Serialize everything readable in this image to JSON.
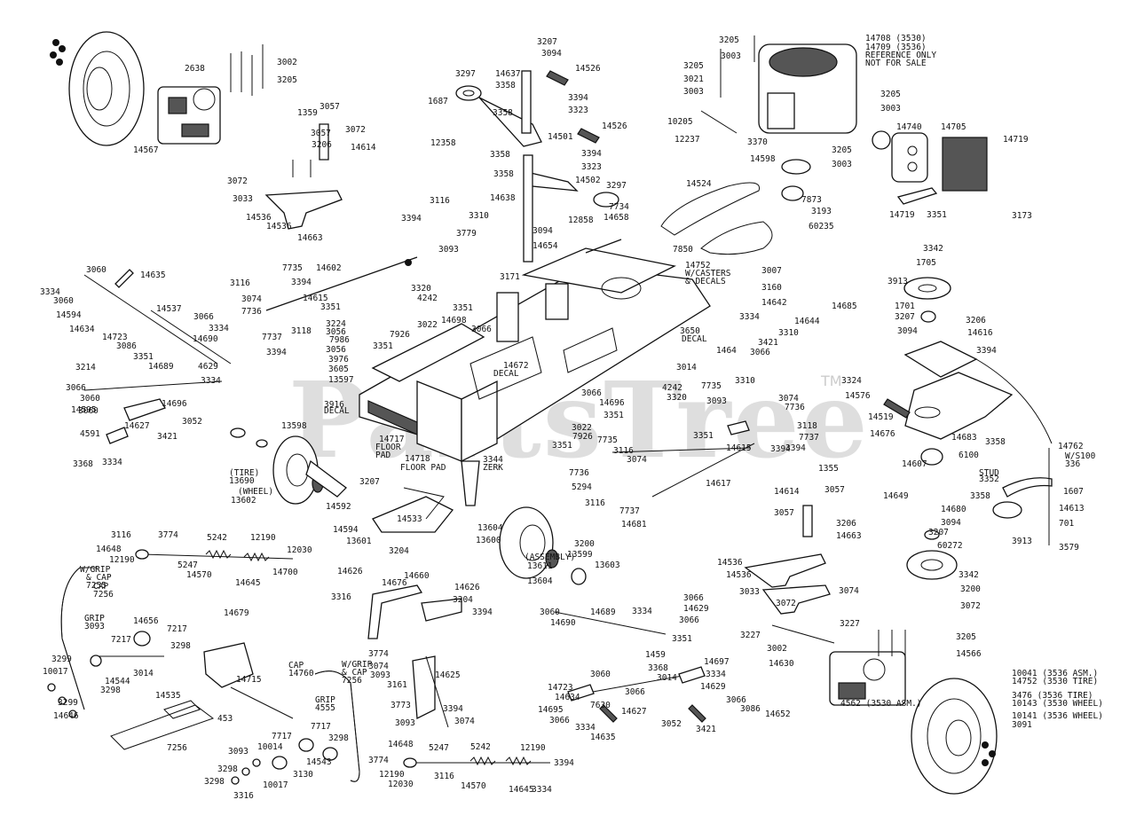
{
  "watermark": {
    "text": "PartsTree",
    "trademark": "TM"
  },
  "labels": [
    [
      "2638"
    ],
    [
      "3002"
    ],
    [
      "3205"
    ],
    [
      "14567"
    ],
    [
      "3207"
    ],
    [
      "3094"
    ],
    [
      "3297"
    ],
    [
      "14637"
    ],
    [
      "14526"
    ],
    [
      "3358"
    ],
    [
      "1687"
    ],
    [
      "3394"
    ],
    [
      "3323"
    ],
    [
      "3358"
    ],
    [
      "14501"
    ],
    [
      "14526"
    ],
    [
      "12358"
    ],
    [
      "3358"
    ],
    [
      "3394"
    ],
    [
      "3323"
    ],
    [
      "3358"
    ],
    [
      "14502"
    ],
    [
      "3297"
    ],
    [
      "14638"
    ],
    [
      "7734"
    ],
    [
      "12858"
    ],
    [
      "14658"
    ],
    [
      "3094"
    ],
    [
      "14654"
    ],
    [
      "3205"
    ],
    [
      "3003"
    ],
    [
      "3205"
    ],
    [
      "3021"
    ],
    [
      "3003"
    ],
    [
      "14708 (3530)"
    ],
    [
      "14709 (3536)"
    ],
    [
      "REFERENCE ONLY"
    ],
    [
      "NOT FOR SALE"
    ],
    [
      "3205"
    ],
    [
      "3003"
    ],
    [
      "10205"
    ],
    [
      "12237"
    ],
    [
      "3370"
    ],
    [
      "14598"
    ],
    [
      "3205"
    ],
    [
      "3003"
    ],
    [
      "14740"
    ],
    [
      "14705"
    ],
    [
      "14719"
    ],
    [
      "7873"
    ],
    [
      "3193"
    ],
    [
      "60235"
    ],
    [
      "14719"
    ],
    [
      "3351"
    ],
    [
      "3173"
    ],
    [
      "14524"
    ],
    [
      "7850"
    ],
    [
      "1359"
    ],
    [
      "3057"
    ],
    [
      "3072"
    ],
    [
      "3057"
    ],
    [
      "3206"
    ],
    [
      "14614"
    ],
    [
      "3072"
    ],
    [
      "3033"
    ],
    [
      "14536"
    ],
    [
      "14536"
    ],
    [
      "14663"
    ],
    [
      "3116"
    ],
    [
      "3394"
    ],
    [
      "3310"
    ],
    [
      "3779"
    ],
    [
      "3093"
    ],
    [
      "3060"
    ],
    [
      "3334"
    ],
    [
      "3060"
    ],
    [
      "14635"
    ],
    [
      "14594"
    ],
    [
      "14634"
    ],
    [
      "14723"
    ],
    [
      "3086"
    ],
    [
      "14537"
    ],
    [
      "3066"
    ],
    [
      "3334"
    ],
    [
      "14690"
    ],
    [
      "3351"
    ],
    [
      "14689"
    ],
    [
      "4629"
    ],
    [
      "3214"
    ],
    [
      "3066"
    ],
    [
      "3334"
    ],
    [
      "3060"
    ],
    [
      "3060"
    ],
    [
      "14595"
    ],
    [
      "14696"
    ],
    [
      "14627"
    ],
    [
      "3052"
    ],
    [
      "3421"
    ],
    [
      "4591"
    ],
    [
      "3368"
    ],
    [
      "3334"
    ],
    [
      "3116"
    ],
    [
      "7735"
    ],
    [
      "3394"
    ],
    [
      "3074"
    ],
    [
      "7736"
    ],
    [
      "14602"
    ],
    [
      "14615"
    ],
    [
      "3351"
    ],
    [
      "3224"
    ],
    [
      "3118"
    ],
    [
      "7737"
    ],
    [
      "3394"
    ],
    [
      "3056"
    ],
    [
      "7986"
    ],
    [
      "3056"
    ],
    [
      "3976"
    ],
    [
      "3605"
    ],
    [
      "13597"
    ],
    [
      "3916"
    ],
    [
      "DECAL"
    ],
    [
      "13598"
    ],
    [
      "3320"
    ],
    [
      "4242"
    ],
    [
      "3171"
    ],
    [
      "3351"
    ],
    [
      "14698"
    ],
    [
      "3066"
    ],
    [
      "3022"
    ],
    [
      "7926"
    ],
    [
      "3351"
    ],
    [
      "14672"
    ],
    [
      "DECAL"
    ],
    [
      "14752"
    ],
    [
      "W/CASTERS"
    ],
    [
      "& DECALS"
    ],
    [
      "3007"
    ],
    [
      "3160"
    ],
    [
      "14685"
    ],
    [
      "14642"
    ],
    [
      "14644"
    ],
    [
      "3334"
    ],
    [
      "3310"
    ],
    [
      "3650"
    ],
    [
      "DECAL"
    ],
    [
      "3421"
    ],
    [
      "3014"
    ],
    [
      "3066"
    ],
    [
      "1464"
    ],
    [
      "14717"
    ],
    [
      "FLOOR"
    ],
    [
      "PAD"
    ],
    [
      "14718"
    ],
    [
      "FLOOR PAD"
    ],
    [
      "3344"
    ],
    [
      "ZERK"
    ],
    [
      "3066"
    ],
    [
      "14696"
    ],
    [
      "3351"
    ],
    [
      "3022"
    ],
    [
      "7926"
    ],
    [
      "3351"
    ],
    [
      "4242"
    ],
    [
      "3320"
    ],
    [
      "3310"
    ],
    [
      "7735"
    ],
    [
      "3074"
    ],
    [
      "3093"
    ],
    [
      "7736"
    ],
    [
      "3118"
    ],
    [
      "7737"
    ],
    [
      "3394"
    ],
    [
      "3351"
    ],
    [
      "14615"
    ],
    [
      "3394"
    ],
    [
      "7735"
    ],
    [
      "3116"
    ],
    [
      "3074"
    ],
    [
      "7736"
    ],
    [
      "5294"
    ],
    [
      "3116"
    ],
    [
      "7737"
    ],
    [
      "14681"
    ],
    [
      "14617"
    ],
    [
      "(TIRE)"
    ],
    [
      "13690"
    ],
    [
      "(WHEEL)"
    ],
    [
      "13602"
    ],
    [
      "3207"
    ],
    [
      "14592"
    ],
    [
      "14533"
    ],
    [
      "14594"
    ],
    [
      "13601"
    ],
    [
      "13604"
    ],
    [
      "13600"
    ],
    [
      "13599"
    ],
    [
      "(ASSEMBLY)"
    ],
    [
      "13611"
    ],
    [
      "13603"
    ],
    [
      "13604"
    ],
    [
      "3200"
    ],
    [
      "3342"
    ],
    [
      "1705"
    ],
    [
      "3913"
    ],
    [
      "1701"
    ],
    [
      "3207"
    ],
    [
      "3206"
    ],
    [
      "3094"
    ],
    [
      "14616"
    ],
    [
      "3394"
    ],
    [
      "3324"
    ],
    [
      "14576"
    ],
    [
      "14519"
    ],
    [
      "14676"
    ],
    [
      "14683"
    ],
    [
      "3358"
    ],
    [
      "14762"
    ],
    [
      "W/S100"
    ],
    [
      "336"
    ],
    [
      "STUD"
    ],
    [
      "3352"
    ],
    [
      "14607"
    ],
    [
      "6100"
    ],
    [
      "14649"
    ],
    [
      "14680"
    ],
    [
      "1607"
    ],
    [
      "3358"
    ],
    [
      "14613"
    ],
    [
      "3094"
    ],
    [
      "701"
    ],
    [
      "3207"
    ],
    [
      "3913"
    ],
    [
      "60272"
    ],
    [
      "3579"
    ],
    [
      "3342"
    ],
    [
      "3200"
    ],
    [
      "3072"
    ],
    [
      "1355"
    ],
    [
      "3057"
    ],
    [
      "14614"
    ],
    [
      "3057"
    ],
    [
      "3206"
    ],
    [
      "14663"
    ],
    [
      "14536"
    ],
    [
      "14536"
    ],
    [
      "3033"
    ],
    [
      "3072"
    ],
    [
      "3074"
    ],
    [
      "3116"
    ],
    [
      "14648"
    ],
    [
      "3774"
    ],
    [
      "12190"
    ],
    [
      "5247"
    ],
    [
      "5242"
    ],
    [
      "12190"
    ],
    [
      "12030"
    ],
    [
      "14570"
    ],
    [
      "14645"
    ],
    [
      "14700"
    ],
    [
      "W/GRIP"
    ],
    [
      "& CAP"
    ],
    [
      "7255"
    ],
    [
      "CAP"
    ],
    [
      "7256"
    ],
    [
      "GRIP"
    ],
    [
      "3093"
    ],
    [
      "14656"
    ],
    [
      "7217"
    ],
    [
      "7217"
    ],
    [
      "3298"
    ],
    [
      "3014"
    ],
    [
      "14544"
    ],
    [
      "3299"
    ],
    [
      "3298"
    ],
    [
      "3299"
    ],
    [
      "10017"
    ],
    [
      "14646"
    ],
    [
      "14679"
    ],
    [
      "14715"
    ],
    [
      "14535"
    ],
    [
      "453"
    ],
    [
      "7256"
    ],
    [
      "CAP"
    ],
    [
      "14760"
    ],
    [
      "W/GRIP"
    ],
    [
      "& CAP"
    ],
    [
      "7256"
    ],
    [
      "GRIP"
    ],
    [
      "4555"
    ],
    [
      "7717"
    ],
    [
      "7717"
    ],
    [
      "3298"
    ],
    [
      "10014"
    ],
    [
      "3093"
    ],
    [
      "14543"
    ],
    [
      "3130"
    ],
    [
      "3298"
    ],
    [
      "10017"
    ],
    [
      "3298"
    ],
    [
      "3316"
    ],
    [
      "14626"
    ],
    [
      "3204"
    ],
    [
      "14676"
    ],
    [
      "14660"
    ],
    [
      "3316"
    ],
    [
      "14626"
    ],
    [
      "3204"
    ],
    [
      "3394"
    ],
    [
      "3774"
    ],
    [
      "3074"
    ],
    [
      "3093"
    ],
    [
      "14625"
    ],
    [
      "3161"
    ],
    [
      "3773"
    ],
    [
      "3394"
    ],
    [
      "3093"
    ],
    [
      "3074"
    ],
    [
      "14648"
    ],
    [
      "5247"
    ],
    [
      "5242"
    ],
    [
      "12190"
    ],
    [
      "3394"
    ],
    [
      "3774"
    ],
    [
      "12190"
    ],
    [
      "3116"
    ],
    [
      "12030"
    ],
    [
      "14570"
    ],
    [
      "14645"
    ],
    [
      "3334"
    ],
    [
      "3060"
    ],
    [
      "14690"
    ],
    [
      "14689"
    ],
    [
      "3334"
    ],
    [
      "3066"
    ],
    [
      "14629"
    ],
    [
      "3066"
    ],
    [
      "3351"
    ],
    [
      "1459"
    ],
    [
      "14697"
    ],
    [
      "3334"
    ],
    [
      "3368"
    ],
    [
      "3014"
    ],
    [
      "14629"
    ],
    [
      "3066"
    ],
    [
      "3086"
    ],
    [
      "14652"
    ],
    [
      "3060"
    ],
    [
      "14723"
    ],
    [
      "14634"
    ],
    [
      "14695"
    ],
    [
      "3066"
    ],
    [
      "3334"
    ],
    [
      "14635"
    ],
    [
      "14627"
    ],
    [
      "3052"
    ],
    [
      "3421"
    ],
    [
      "3066"
    ],
    [
      "7630"
    ],
    [
      "3227"
    ],
    [
      "3227"
    ],
    [
      "14630"
    ],
    [
      "3002"
    ],
    [
      "3205"
    ],
    [
      "14566"
    ],
    [
      "4562 (3530 ASM.)"
    ],
    [
      "10041 (3536 ASM.)"
    ],
    [
      "14752 (3530 TIRE)"
    ],
    [
      "3476 (3536 TIRE)"
    ],
    [
      "10143 (3530 WHEEL)"
    ],
    [
      "10141 (3536 WHEEL)"
    ],
    [
      "3091"
    ]
  ]
}
